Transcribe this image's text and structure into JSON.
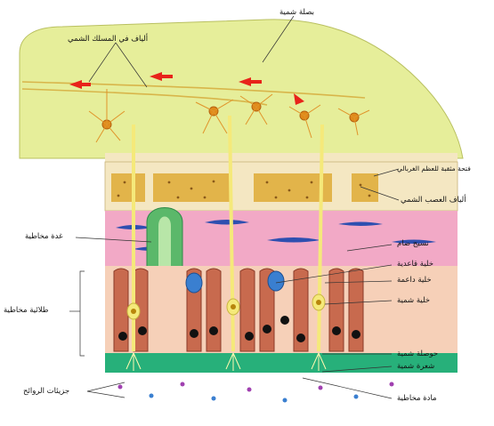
{
  "labels": {
    "olfactory_bulb": "بصلة شمية",
    "fibers_olfactory_tract": "ألياف في المسلك الشمي",
    "cribriform_opening": "فتحة مثقبة للعظم الغربالي",
    "olfactory_nerve_fibers": "ألياف العصب الشمي",
    "mucous_gland": "غدة مخاطية",
    "connective_tissue": "نسيج ضام",
    "basal_cell": "خلية قاعدية",
    "supporting_cell": "خلية داعمة",
    "olfactory_cell": "خلية شمية",
    "mucous_epithelium": "طلائية مخاطية",
    "olfactory_vesicle": "حوصلة شمية",
    "olfactory_hair": "شعرة شمية",
    "odor_molecules": "جزيئات الروائح",
    "mucus": "مادة مخاطية"
  },
  "colors": {
    "bulb": "#e6ee9a",
    "bone": "#f4e7c2",
    "connective": "#f2a9c6",
    "epithelium": "#c86a4e",
    "mucus_layer": "#27b07a",
    "nerve": "#f5e97a",
    "neuron": "#e08a1a",
    "arrow": "#e8231a"
  }
}
